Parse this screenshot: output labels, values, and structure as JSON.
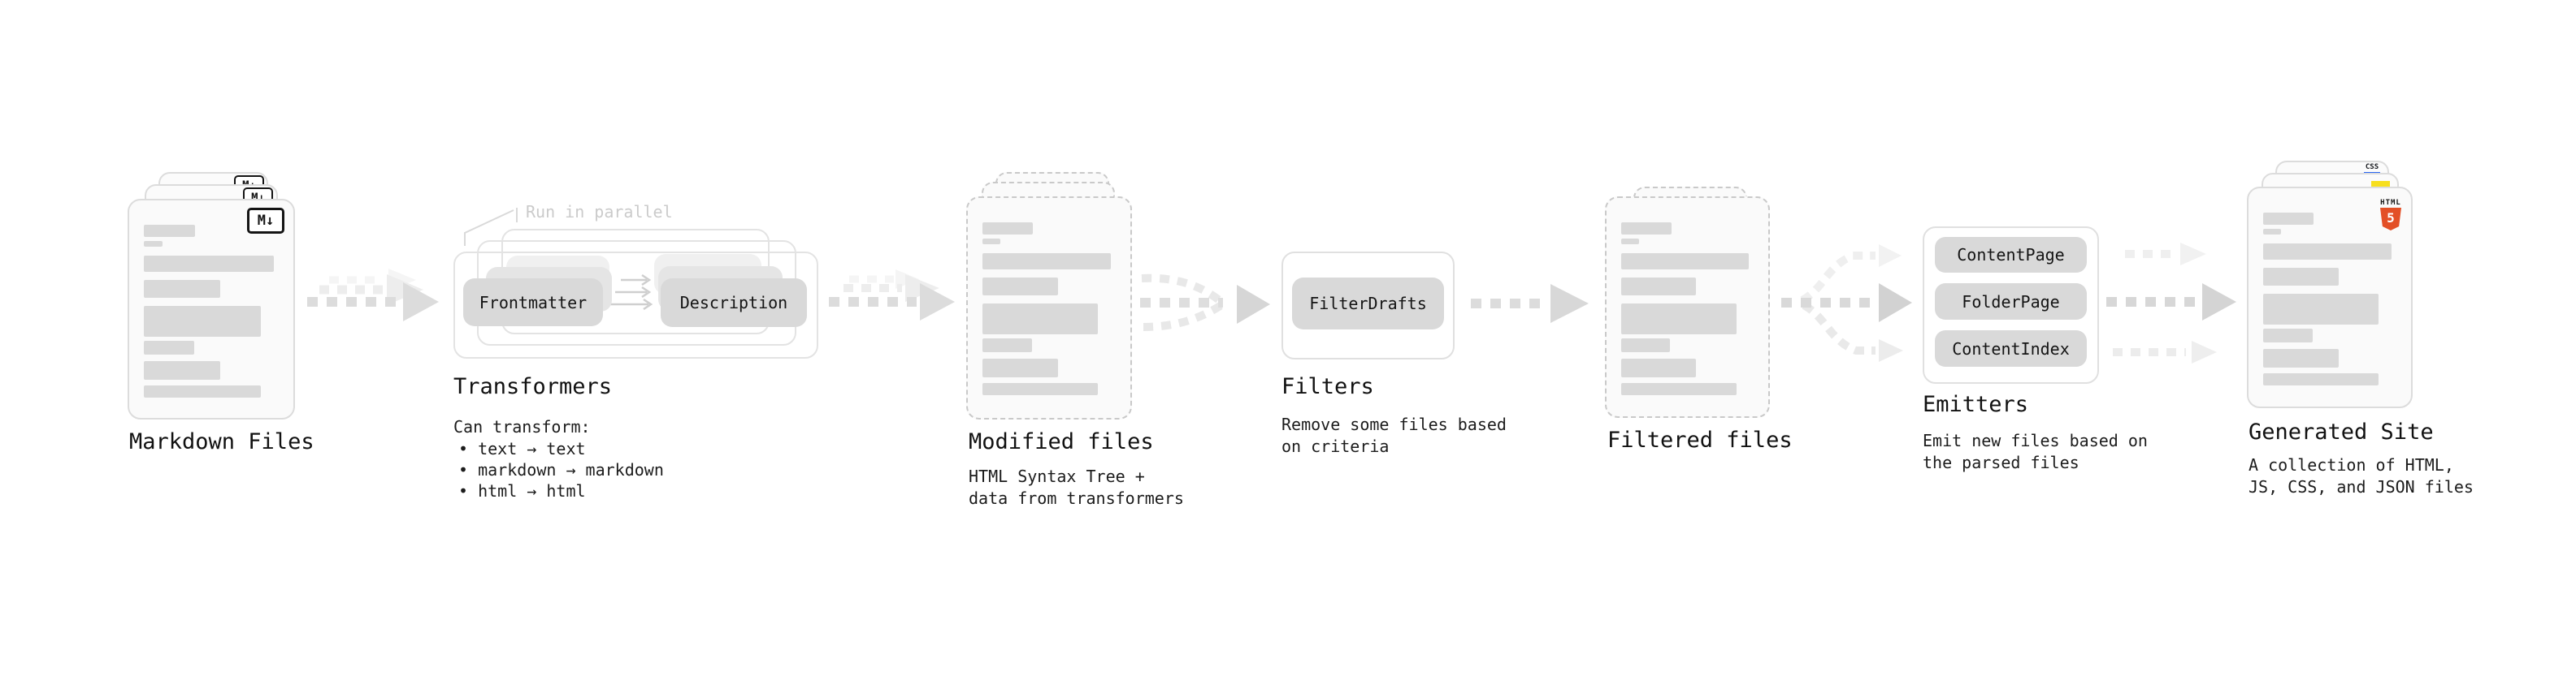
{
  "stages": {
    "markdown": {
      "title": "Markdown Files",
      "icon_label": "M↓"
    },
    "transformers": {
      "title": "Transformers",
      "annotation": "Run in parallel",
      "buttons": {
        "frontmatter": "Frontmatter",
        "description": "Description"
      },
      "desc_intro": "Can transform:",
      "bullets": [
        "• text → text",
        "• markdown → markdown",
        "• html → html"
      ]
    },
    "modified": {
      "title": "Modified files",
      "desc": [
        "HTML Syntax Tree +",
        "data from transformers"
      ]
    },
    "filters": {
      "title": "Filters",
      "button": "FilterDrafts",
      "desc": [
        "Remove some files based",
        "on criteria"
      ]
    },
    "filtered": {
      "title": "Filtered files"
    },
    "emitters": {
      "title": "Emitters",
      "buttons": [
        "ContentPage",
        "FolderPage",
        "ContentIndex"
      ],
      "desc": [
        "Emit new files based on",
        "the parsed files"
      ]
    },
    "generated": {
      "title": "Generated Site",
      "desc": [
        "A collection of HTML,",
        "JS, CSS, and JSON files"
      ],
      "badges": {
        "css": "CSS",
        "html": "HTML",
        "html5_number": "5"
      }
    }
  },
  "colors": {
    "html5_orange": "#e34f26",
    "js_yellow": "#f7df1e",
    "css_blue": "#2965f1",
    "doc_bar_gray": "#d9d9d9",
    "node_fill_gray": "#d9d9d9",
    "outline_gray": "#e3e3e3",
    "arrow_gray": "#dcdcdc",
    "annotation_gray": "#cbcbcb",
    "text_dark": "#141414"
  }
}
